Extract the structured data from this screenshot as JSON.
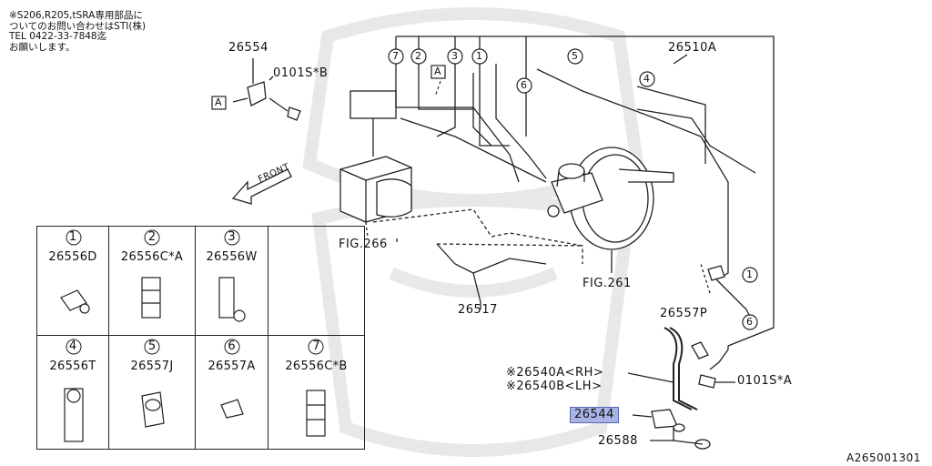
{
  "note": {
    "line1": "※S206,R205,tSRA専用部品に",
    "line2": "ついてのお問い合わせはSTI(株)",
    "line3": "TEL 0422-33-7848迄",
    "line4": "お願いします。"
  },
  "labels": {
    "part_26554": "26554",
    "bolt_0101sb": "0101S*B",
    "ref_a": "A",
    "front": "FRONT",
    "fig266": "FIG.266",
    "fig261": "FIG.261",
    "part_26517": "26517",
    "part_26510a": "26510A",
    "part_26557p": "26557P",
    "hose_rh": "※26540A<RH>",
    "hose_lh": "※26540B<LH>",
    "bolt_0101sa": "0101S*A",
    "part_26544": "26544",
    "part_26588": "26588",
    "diagram_id": "A265001301"
  },
  "callouts": {
    "c1": "1",
    "c2": "2",
    "c3": "3",
    "c4": "4",
    "c5": "5",
    "c6": "6",
    "c7": "7"
  },
  "table": [
    {
      "num": "1",
      "part": "26556D"
    },
    {
      "num": "2",
      "part": "26556C*A"
    },
    {
      "num": "3",
      "part": "26556W"
    },
    {
      "num": "4",
      "part": "26556T"
    },
    {
      "num": "5",
      "part": "26557J"
    },
    {
      "num": "6",
      "part": "26557A"
    },
    {
      "num": "7",
      "part": "26556C*B"
    }
  ],
  "colors": {
    "highlight": "#a9b4e6",
    "line": "#222222",
    "watermark": "#e6e6e6"
  }
}
